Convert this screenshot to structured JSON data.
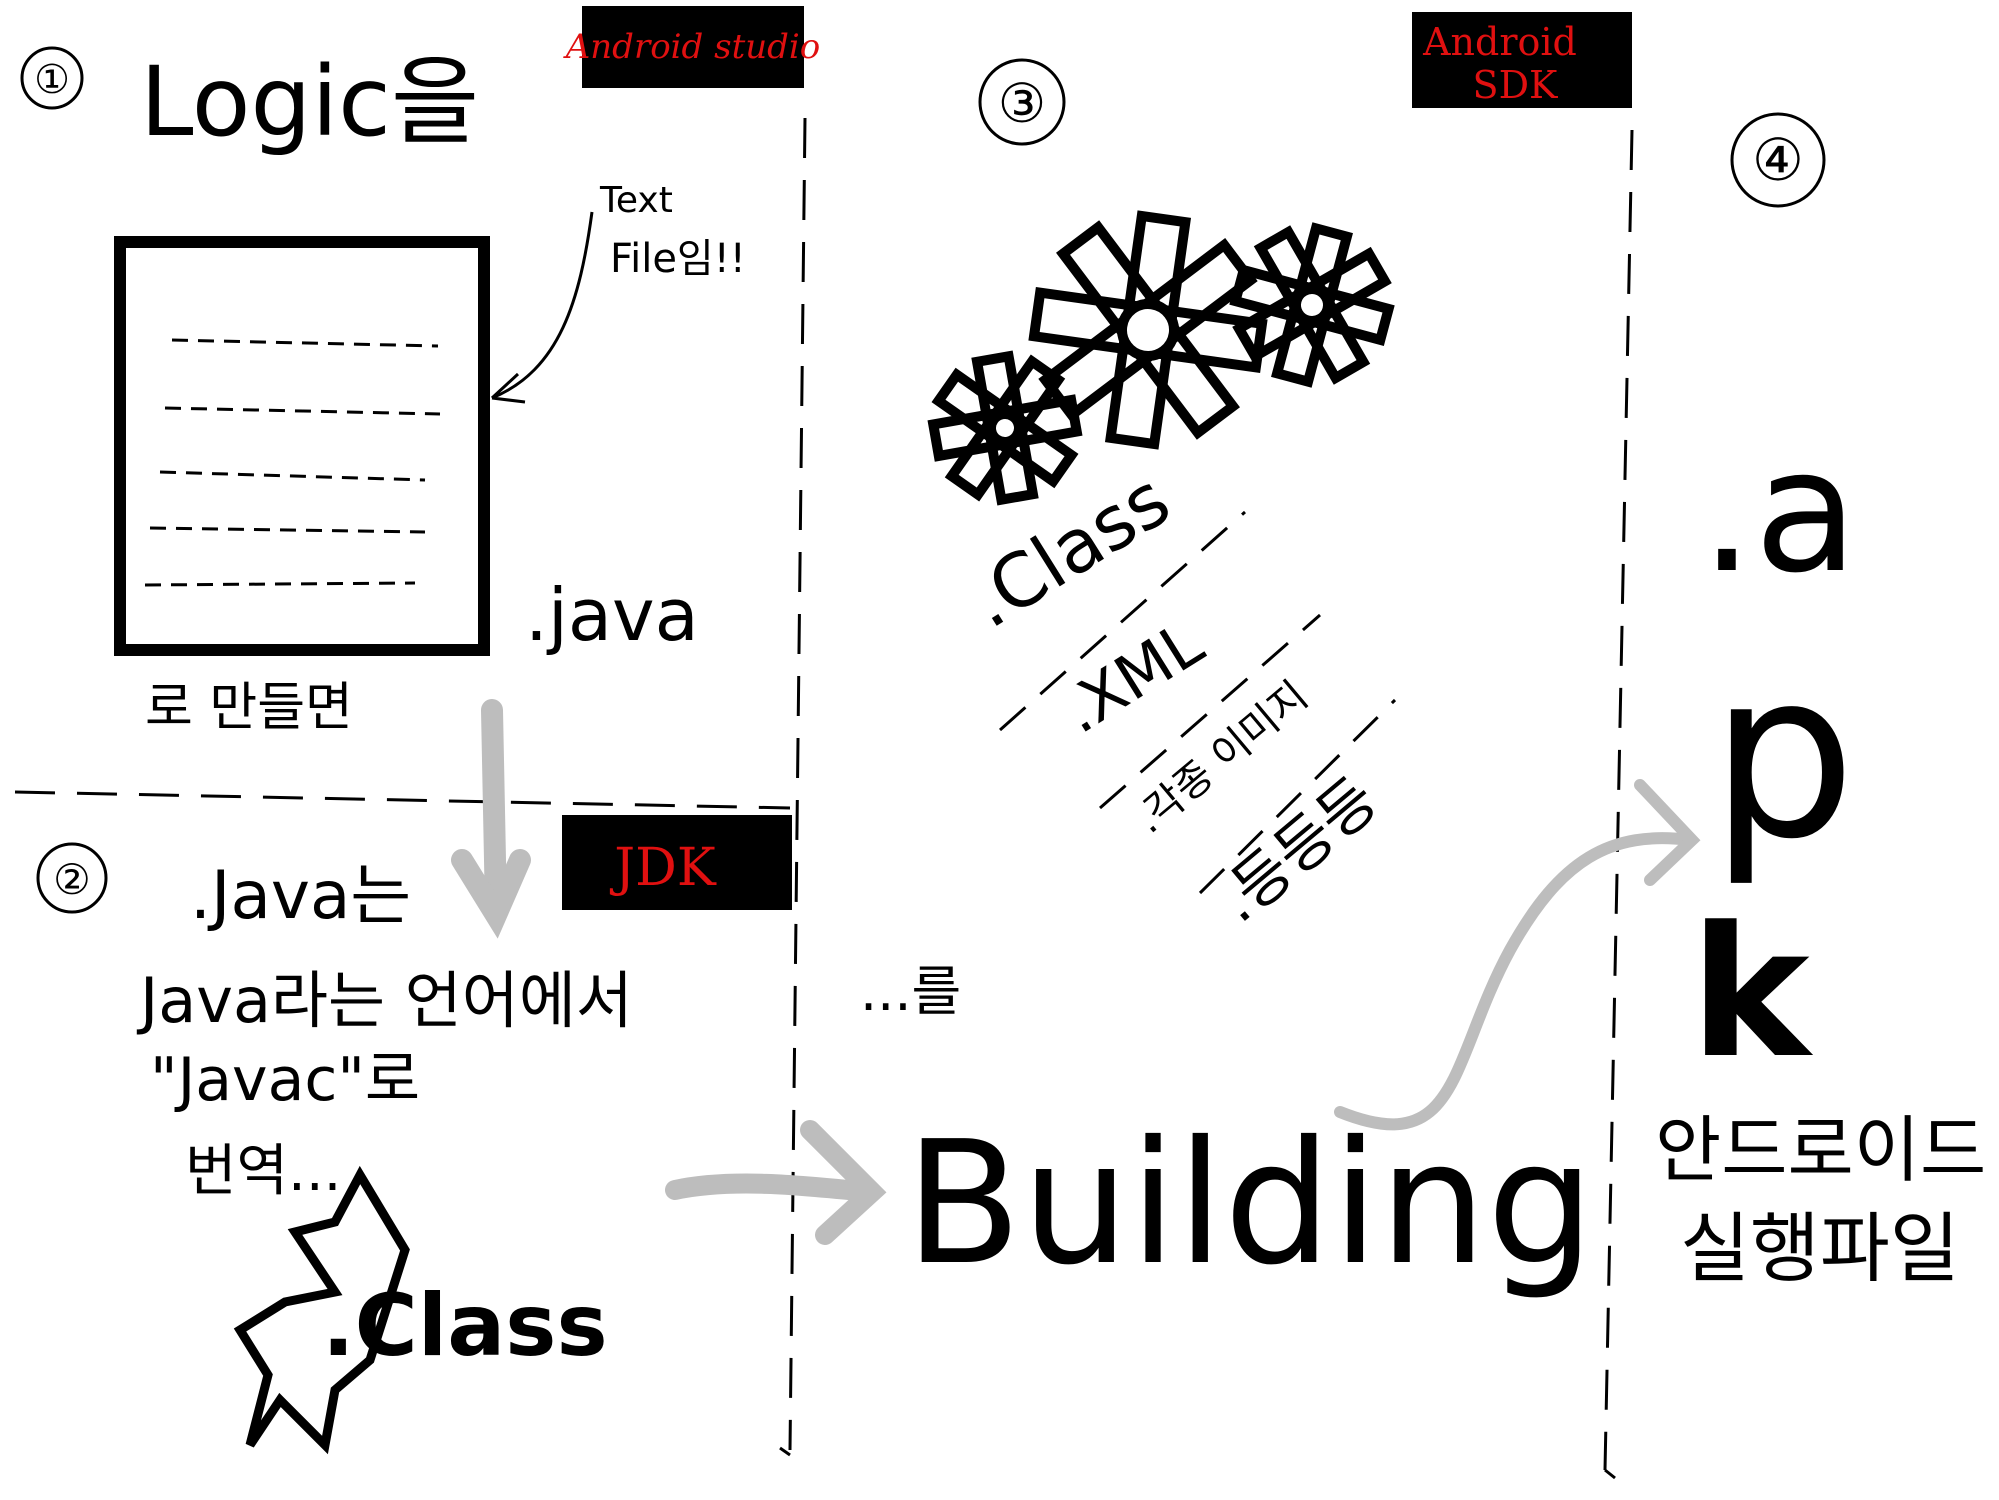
{
  "step1": {
    "number": "①",
    "title": "Logic을",
    "tool_label": "Android studio",
    "callout_line1": "Text",
    "callout_line2": "File임!!",
    "ext": ".java",
    "caption": "로 만들면"
  },
  "step2": {
    "number": "②",
    "line1": ".Java는",
    "tool_label": "JDK",
    "line2": "Java라는 언어에서",
    "line3": "\"Javac\"로",
    "line4": "번역...",
    "result": ".Class"
  },
  "step3": {
    "number": "③",
    "tool_label_line1": "Android",
    "tool_label_line2": "SDK",
    "items": [
      ".Class",
      ".XML",
      ".각종 이미지",
      ".등등등"
    ],
    "lead": "...를",
    "action": "Building"
  },
  "step4": {
    "number": "④",
    "letters": [
      ".a",
      "p",
      "k"
    ],
    "caption_line1": "안드로이드",
    "caption_line2": "실행파일"
  },
  "colors": {
    "ink": "#000000",
    "label_bg": "#000000",
    "label_text": "#e01010",
    "arrow": "#bdbdbd"
  }
}
